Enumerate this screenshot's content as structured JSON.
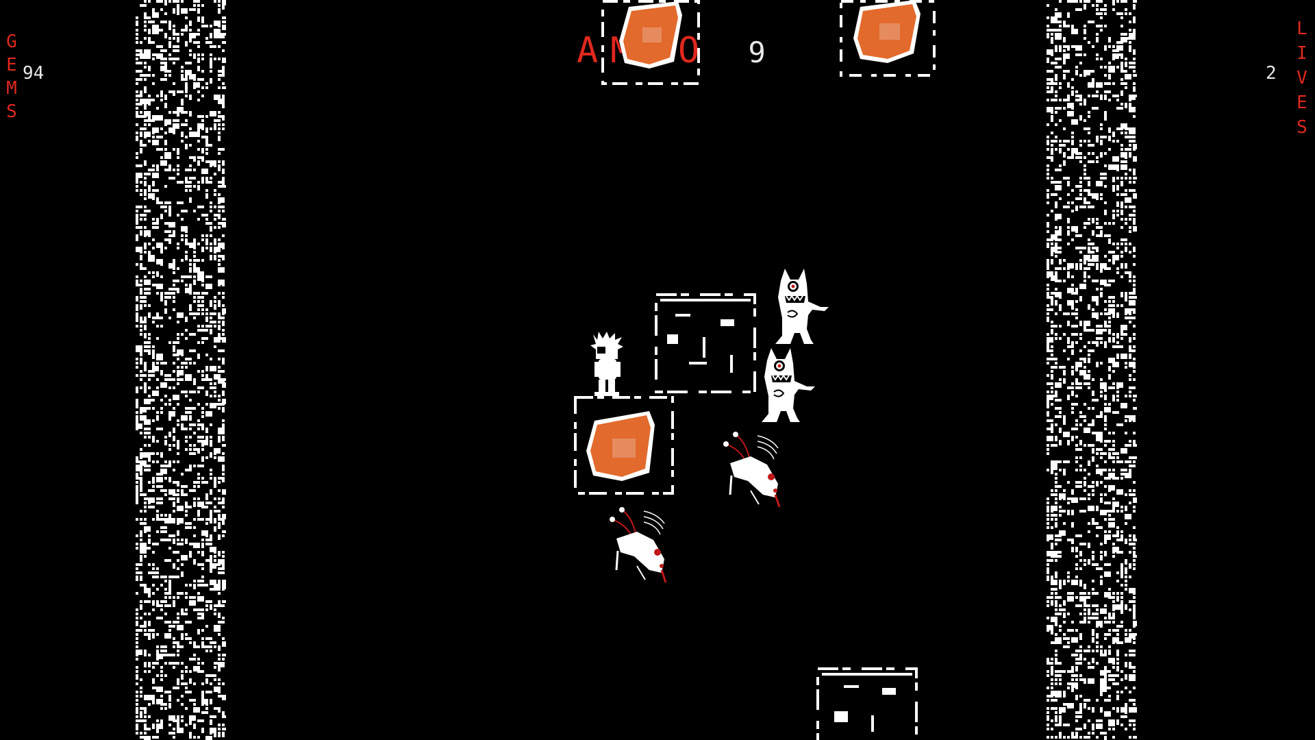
{
  "hud": {
    "gems_label": [
      "G",
      "E",
      "M",
      "S"
    ],
    "gems_value": "94",
    "ammo_label": "AMMO",
    "ammo_value": "9",
    "lives_label": [
      "L",
      "I",
      "V",
      "E",
      "S"
    ],
    "lives_value": "2"
  },
  "colors": {
    "background": "#000000",
    "hud_red": "#e0281e",
    "wall": "#ffffff",
    "gem": "#e26a2c"
  },
  "icons": {
    "player": "spiky-hair-player",
    "cyclops": "horned-cyclops-monster",
    "creature": "bloody-antenna-creature",
    "gem": "orange-gem-block",
    "block": "speckled-stone-block"
  }
}
